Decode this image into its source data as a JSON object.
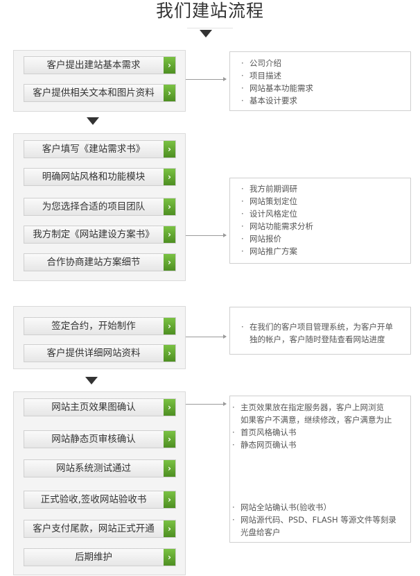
{
  "title": "我们建站流程",
  "groups": [
    {
      "steps": [
        "客户提出建站基本需求",
        "客户提供相关文本和图片资料"
      ],
      "note": [
        "公司介绍",
        "项目描述",
        "网站基本功能需求",
        "基本设计要求"
      ]
    },
    {
      "steps": [
        "客户填写《建站需求书》",
        "明确网站风格和功能模块",
        "为您选择合适的项目团队",
        "我方制定《网站建设方案书》",
        "合作协商建站方案细节"
      ],
      "note": [
        "我方前期调研",
        "网站策划定位",
        "设计风格定位",
        "网站功能需求分析",
        "网站报价",
        "网站推广方案"
      ]
    },
    {
      "steps": [
        "签定合约，开始制作",
        "客户提供详细网站资料"
      ],
      "note": [
        "在我们的客户项目管理系统，为客户开单",
        "独的帐户，客户随时登陆查看网站进度"
      ]
    },
    {
      "steps": [
        "网站主页效果图确认",
        "网站静态页审核确认",
        "网站系统测试通过",
        "正式验收,签收网站验收书",
        "客户支付尾款，网站正式开通",
        "后期维护"
      ],
      "note": [
        "主页效果放在指定服务器，客户上网浏览",
        "如果客户不满意，继续修改，客户满意为止",
        "首页风格确认书",
        "静态网页确认书",
        "网站全站确认书(验收书）",
        "网站源代码、PSD、FLASH 等源文件等刻录",
        "光盘给客户"
      ]
    }
  ],
  "icons": {
    "step_arrow": "›"
  },
  "colors": {
    "accent_green": "#5fa52e",
    "connector": "#9a9a9a",
    "box_border": "#cfcfcf"
  }
}
